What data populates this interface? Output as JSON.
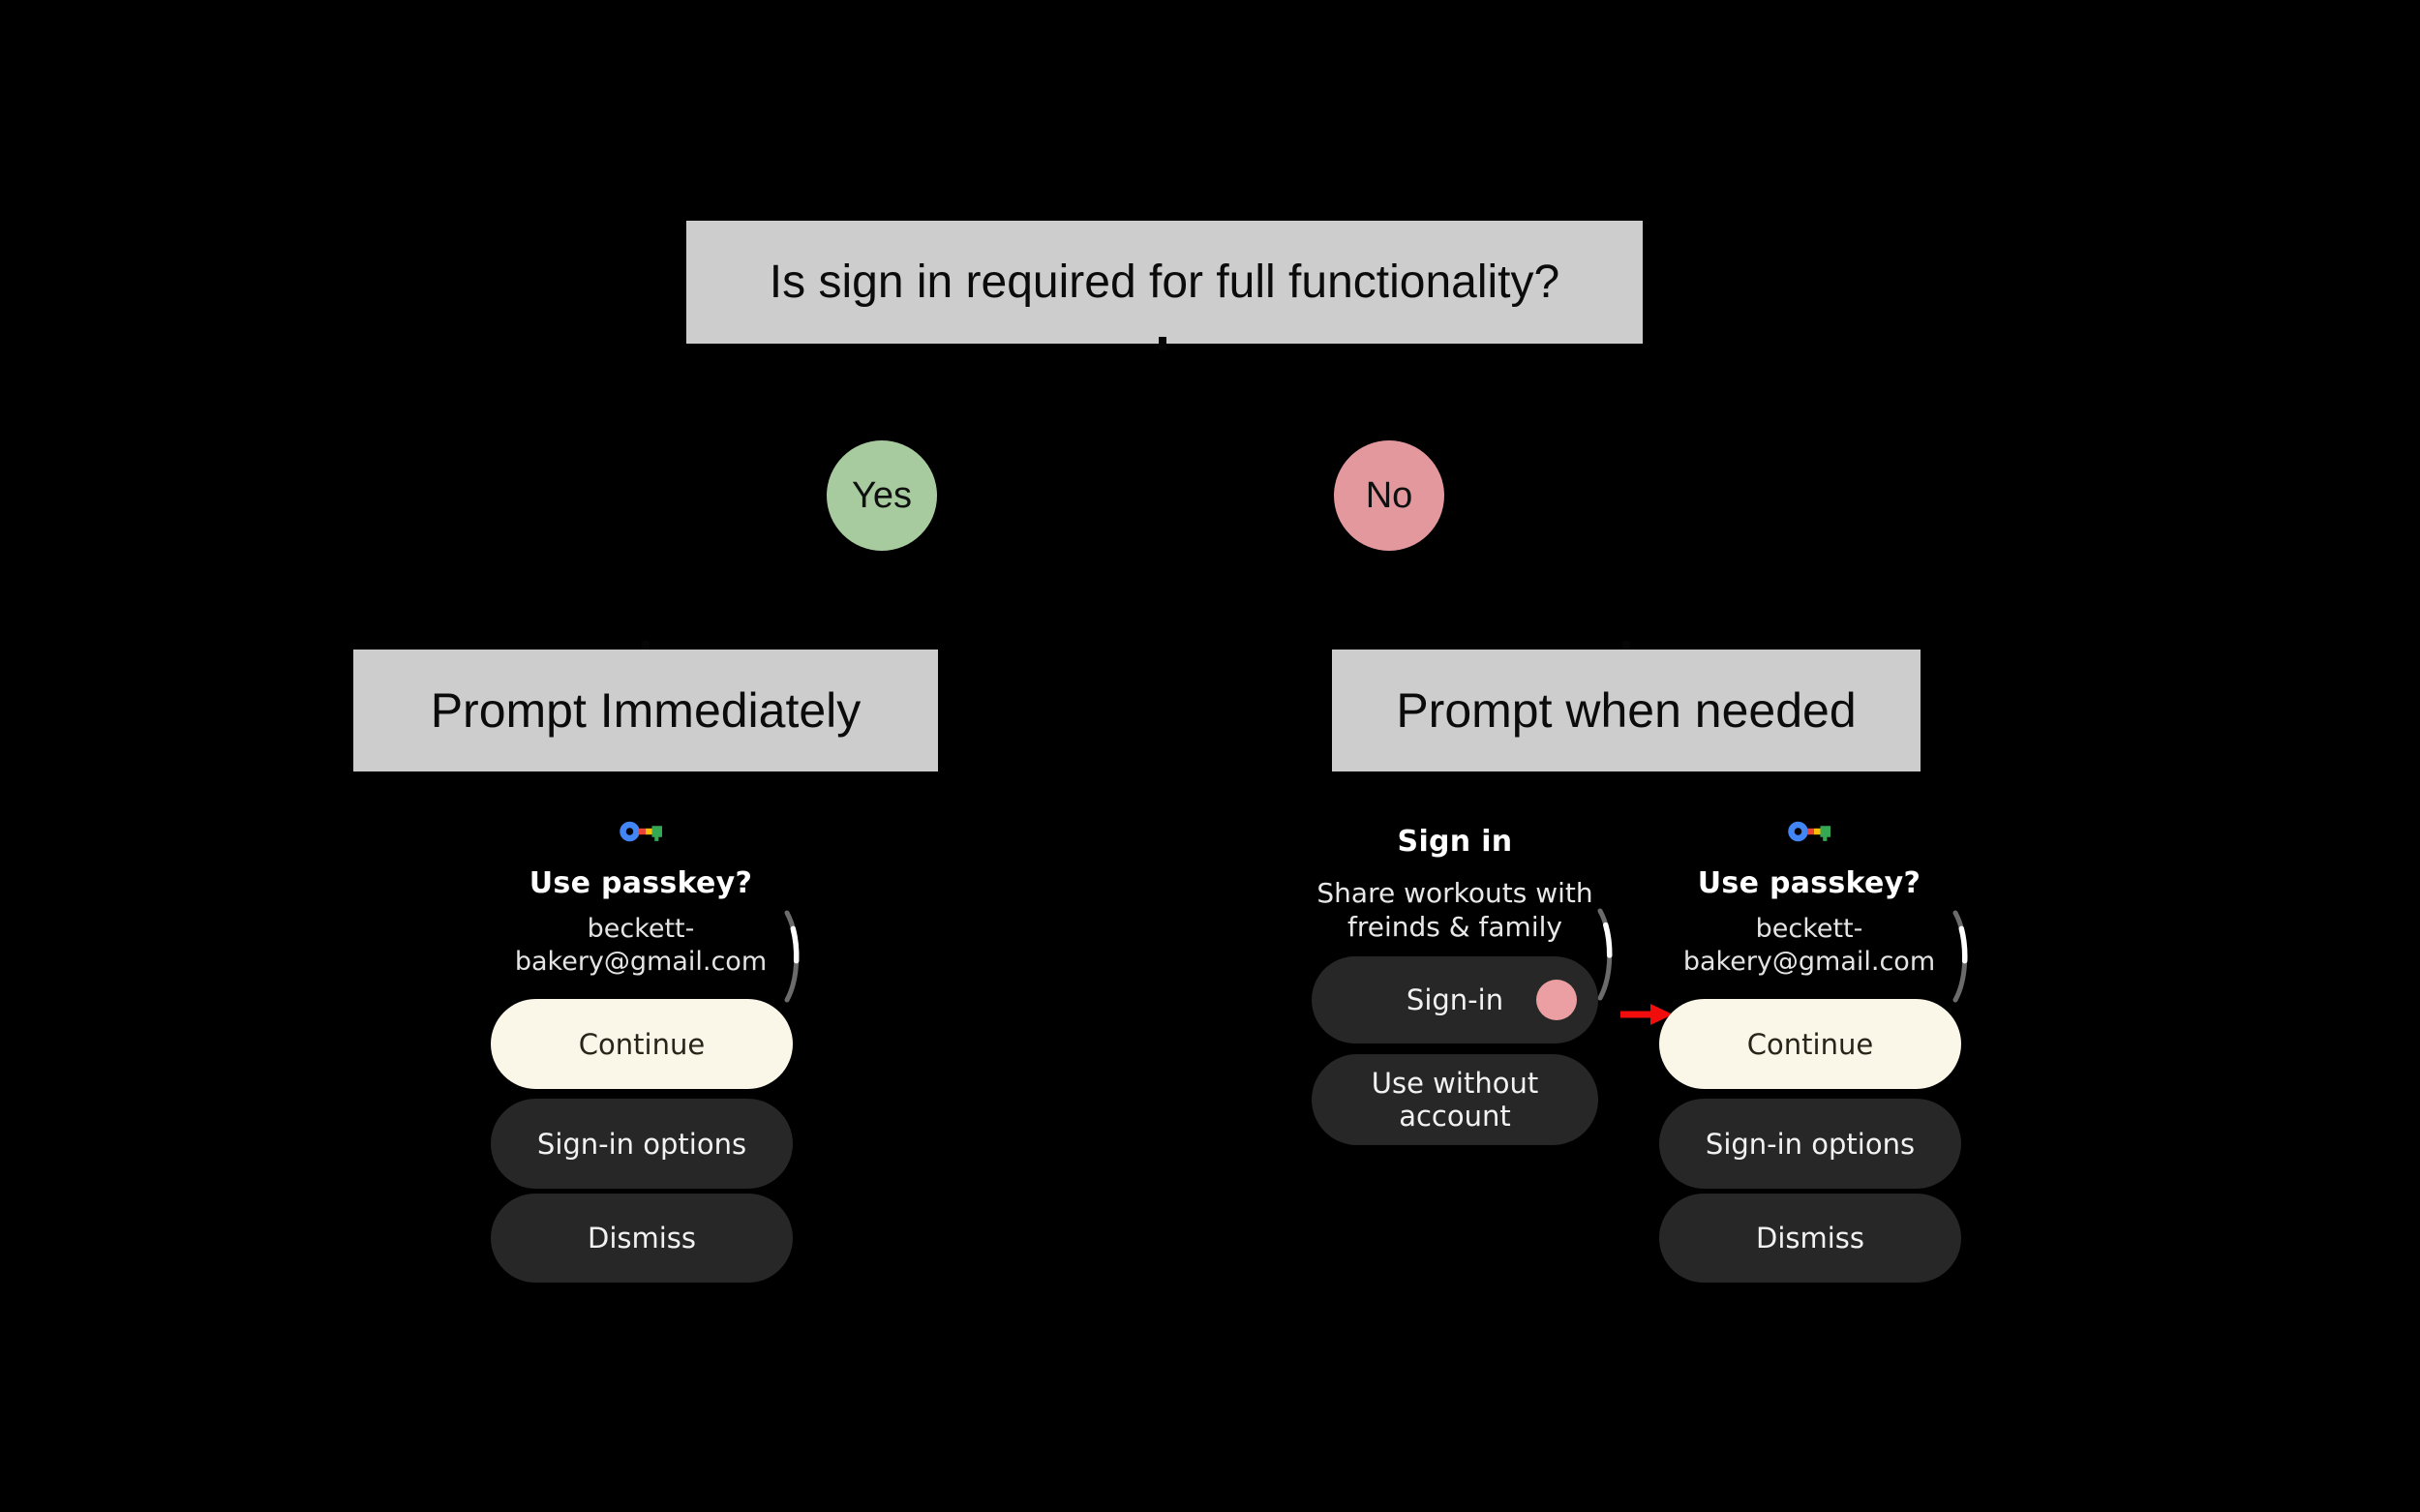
{
  "flowchart": {
    "question": "Is sign in required for full functionality?",
    "yes_label": "Yes",
    "no_label": "No",
    "left_branch": "Prompt Immediately",
    "right_branch": "Prompt when needed"
  },
  "passkey_screen": {
    "title": "Use passkey?",
    "email_line1": "beckett-",
    "email_line2": "bakery@gmail.com",
    "continue_label": "Continue",
    "signin_options_label": "Sign-in options",
    "dismiss_label": "Dismiss"
  },
  "signin_screen": {
    "title": "Sign in",
    "subtitle_line1": "Share workouts with",
    "subtitle_line2": "freinds & family",
    "signin_label": "Sign-in",
    "use_without_label": "Use without account"
  },
  "icons": {
    "passkey_key": "google-passkey-key-icon",
    "scroll_indicator": "scroll-indicator-arc",
    "tap_dot": "tap-indicator-dot",
    "arrow": "red-flow-arrow"
  },
  "colors": {
    "background": "#000000",
    "box_gray": "#cdcdcd",
    "yes_green": "#a7cb9e",
    "no_pink": "#e2989d",
    "button_cream": "#faf6e8",
    "button_dark": "#272727",
    "tap_dot_pink": "#ec9fa3",
    "arrow_red": "#f20d0d",
    "key_blue": "#4285F4",
    "key_red": "#EA4335",
    "key_yellow": "#FBBC04",
    "key_green": "#34A853"
  }
}
